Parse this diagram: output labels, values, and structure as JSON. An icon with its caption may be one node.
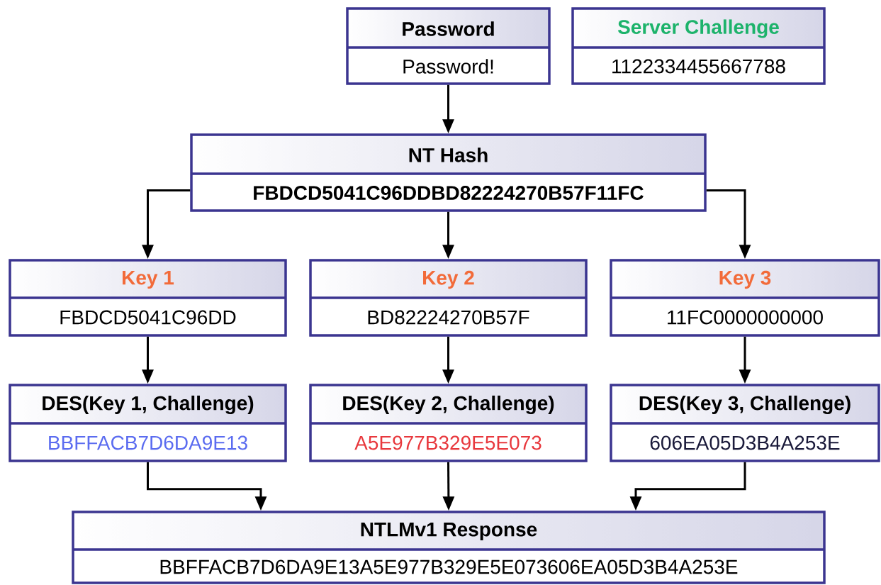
{
  "diagram": {
    "nodes": [
      {
        "text": [
          "Password",
          "Password!"
        ]
      },
      {
        "text": [
          "Server Challenge",
          "1122334455667788"
        ]
      },
      {
        "text": [
          "NT Hash",
          "FBDCD5041C96DDBD82224270B57F11FC"
        ]
      },
      {
        "text": [
          "Key 1",
          "FBDCD5041C96DD"
        ]
      },
      {
        "text": [
          "Key 2",
          "BD82224270B57F"
        ]
      },
      {
        "text": [
          "Key 3",
          "11FC0000000000"
        ]
      },
      {
        "text": [
          "DES(Key 1, Challenge)",
          "BBFFACB7D6DA9E13"
        ]
      },
      {
        "text": [
          "DES(Key 2, Challenge)",
          "A5E977B329E5E073"
        ]
      },
      {
        "text": [
          "DES(Key 3, Challenge)",
          "606EA05D3B4A253E"
        ]
      },
      {
        "text": [
          "NTLMv1 Response",
          "BBFFACB7D6DA9E13A5E977B329E5E073606EA05D3B4A253E"
        ]
      }
    ],
    "edges": [
      {
        "from": 0,
        "to": 2,
        "arrow": "to"
      },
      {
        "from": 2,
        "to": 3,
        "arrow": "to"
      },
      {
        "from": 2,
        "to": 4,
        "arrow": "to"
      },
      {
        "from": 2,
        "to": 5,
        "arrow": "to"
      },
      {
        "from": 3,
        "to": 6,
        "arrow": "to"
      },
      {
        "from": 4,
        "to": 7,
        "arrow": "to"
      },
      {
        "from": 5,
        "to": 8,
        "arrow": "to"
      },
      {
        "from": 6,
        "to": 9,
        "arrow": "to"
      },
      {
        "from": 7,
        "to": 9,
        "arrow": "to"
      },
      {
        "from": 8,
        "to": 9,
        "arrow": "to"
      }
    ]
  }
}
